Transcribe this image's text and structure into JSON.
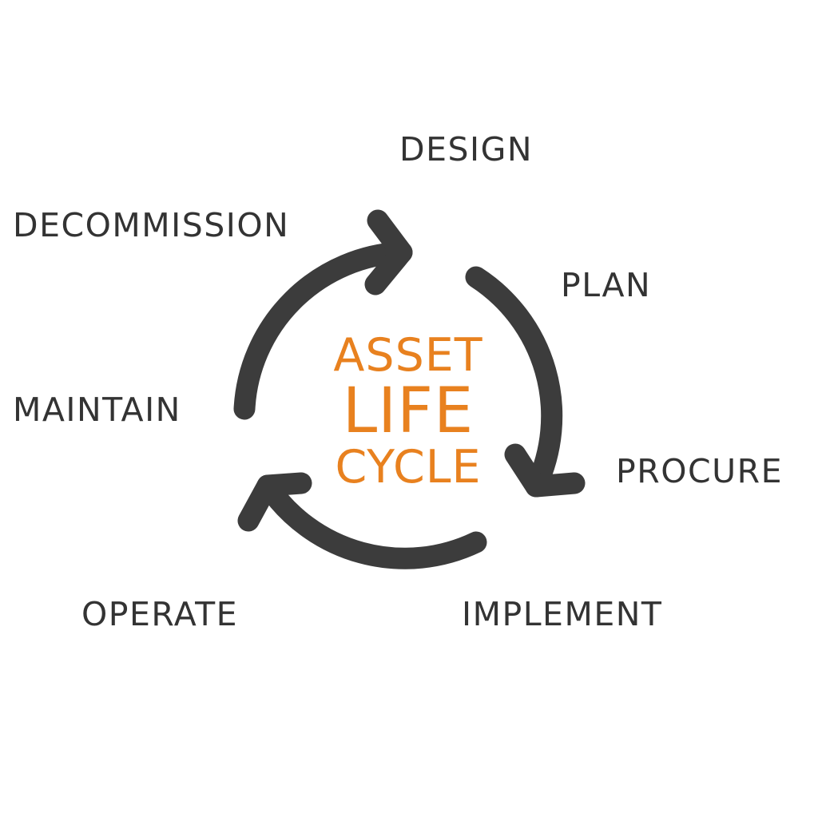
{
  "diagram": {
    "center_title": [
      "ASSET",
      "LIFE",
      "CYCLE"
    ],
    "stages": {
      "design": "DESIGN",
      "decommission": "DECOMMISSION",
      "plan": "PLAN",
      "maintain": "MAINTAIN",
      "procure": "PROCURE",
      "operate": "OPERATE",
      "implement": "IMPLEMENT"
    },
    "colors": {
      "arrows": "#3c3c3c",
      "labels": "#333333",
      "center_title": "#e8811f",
      "background": "#ffffff"
    },
    "arrow_count": 3,
    "arrow_direction": "clockwise"
  }
}
